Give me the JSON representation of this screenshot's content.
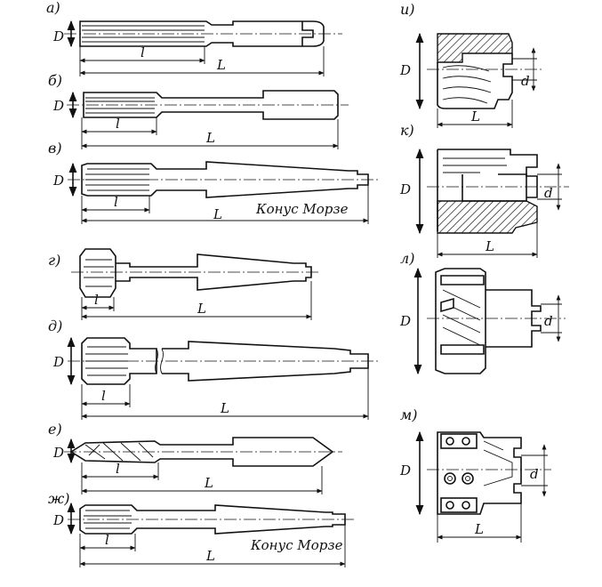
{
  "figures": {
    "a": {
      "letter": "а)",
      "D": "D",
      "l": "l",
      "L": "L"
    },
    "b": {
      "letter": "б)",
      "D": "D",
      "l": "l",
      "L": "L"
    },
    "v": {
      "letter": "в)",
      "D": "D",
      "l": "l",
      "L": "L",
      "note": "Конус Морзе"
    },
    "g": {
      "letter": "г)",
      "l": "l",
      "L": "L"
    },
    "d": {
      "letter": "д)",
      "D": "D",
      "l": "l",
      "L": "L"
    },
    "e": {
      "letter": "е)",
      "D": "D",
      "l": "l",
      "L": "L"
    },
    "zh": {
      "letter": "ж)",
      "D": "D",
      "l": "l",
      "L": "L",
      "note": "Конус Морзе"
    },
    "i": {
      "letter": "и)",
      "D": "D",
      "d": "d",
      "L": "L"
    },
    "k": {
      "letter": "к)",
      "D": "D",
      "d": "d",
      "L": "L"
    },
    "lf": {
      "letter": "л)",
      "D": "D",
      "d": "d"
    },
    "m": {
      "letter": "м)",
      "D": "D",
      "d": "d",
      "L": "L"
    }
  }
}
